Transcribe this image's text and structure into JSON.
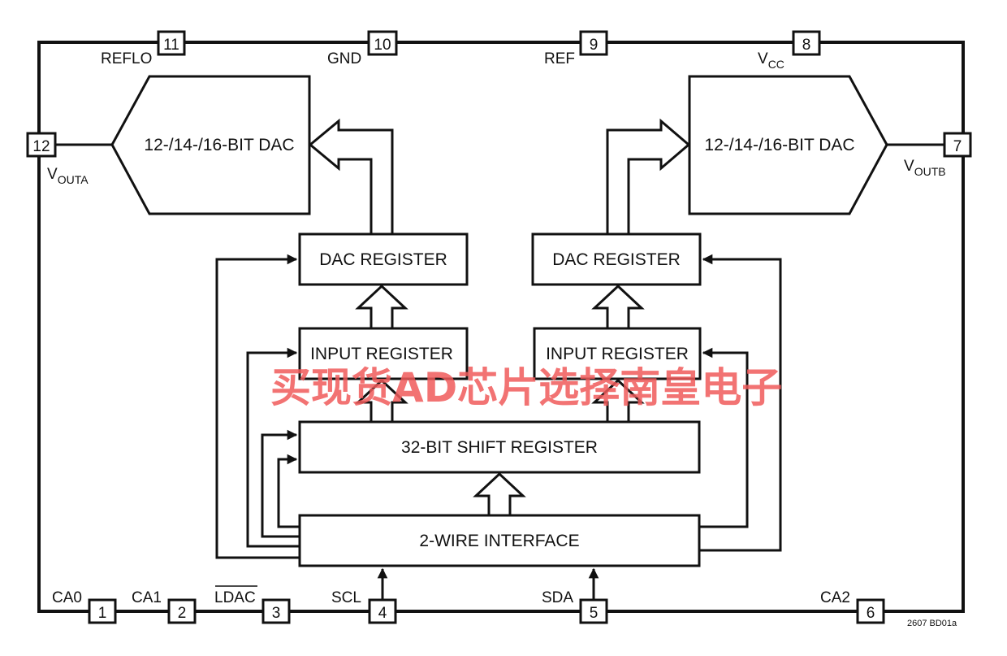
{
  "pins": {
    "p1": {
      "num": "1",
      "label": "CA0"
    },
    "p2": {
      "num": "2",
      "label": "CA1"
    },
    "p3": {
      "num": "3",
      "label": "LDAC"
    },
    "p4": {
      "num": "4",
      "label": "SCL"
    },
    "p5": {
      "num": "5",
      "label": "SDA"
    },
    "p6": {
      "num": "6",
      "label": "CA2"
    },
    "p7": {
      "num": "7",
      "label_main": "V",
      "label_sub": "OUTB"
    },
    "p8": {
      "num": "8",
      "label_main": "V",
      "label_sub": "CC"
    },
    "p9": {
      "num": "9",
      "label": "REF"
    },
    "p10": {
      "num": "10",
      "label": "GND"
    },
    "p11": {
      "num": "11",
      "label": "REFLO"
    },
    "p12": {
      "num": "12",
      "label_main": "V",
      "label_sub": "OUTA"
    }
  },
  "blocks": {
    "dac_a": "12-/14-/16-BIT DAC",
    "dac_b": "12-/14-/16-BIT DAC",
    "dac_reg_a": "DAC REGISTER",
    "dac_reg_b": "DAC REGISTER",
    "input_reg_a": "INPUT REGISTER",
    "input_reg_b": "INPUT REGISTER",
    "shift_reg": "32-BIT SHIFT REGISTER",
    "interface": "2-WIRE INTERFACE"
  },
  "figure_code": "2607 BD01a",
  "watermark": "买现货AD芯片选择南皇电子",
  "colors": {
    "line": "#111111",
    "watermark": "#f05a5a"
  }
}
